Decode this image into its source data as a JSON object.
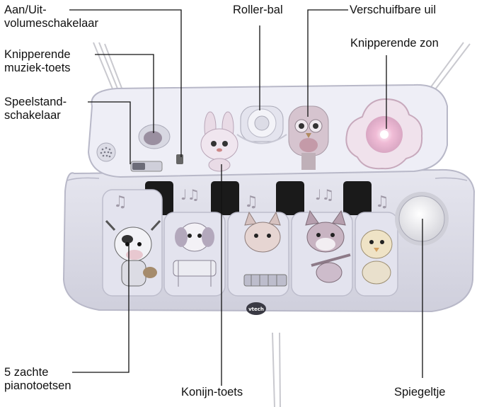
{
  "labels": {
    "power_volume": [
      "Aan/Uit-",
      "volumeschakelaar"
    ],
    "flashing_music_key": [
      "Knipperende",
      "muziek-toets"
    ],
    "mode_switch": [
      "Speelstand-",
      "schakelaar"
    ],
    "roller_ball": [
      "Roller-bal"
    ],
    "sliding_owl": [
      "Verschuifbare uil"
    ],
    "flashing_sun": [
      "Knipperende zon"
    ],
    "piano_keys": [
      "5 zachte",
      "pianotoetsen"
    ],
    "rabbit_key": [
      "Konijn-toets"
    ],
    "mirror": [
      "Spiegeltje"
    ]
  },
  "brand": "vtech",
  "colors": {
    "leader_line": "#111111",
    "panel": "#eeeef6",
    "mat": "#d9d9e6",
    "black_keys": "#1a1a1a",
    "sun": "#e8c0d8",
    "owl": "#c49aa8"
  },
  "icons": [
    "speaker-icon",
    "music-note-icon",
    "rabbit-icon",
    "owl-icon",
    "sun-icon",
    "cow-icon",
    "dog-icon",
    "cat-icon",
    "fox-icon",
    "chick-icon",
    "mirror-icon"
  ]
}
